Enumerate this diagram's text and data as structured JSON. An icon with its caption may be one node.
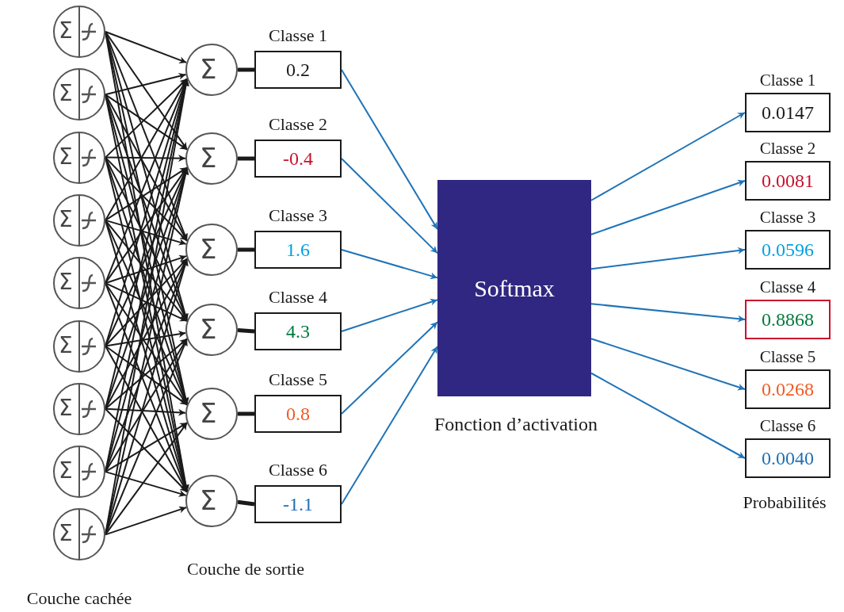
{
  "diagram": {
    "nodes": [
      {
        "text": [
          "Σ"
        ]
      },
      {
        "text": [
          "Σ"
        ]
      },
      {
        "text": [
          "Σ"
        ]
      },
      {
        "text": [
          "Σ"
        ]
      },
      {
        "text": [
          "Σ"
        ]
      },
      {
        "text": [
          "Σ"
        ]
      },
      {
        "text": [
          "Σ"
        ]
      },
      {
        "text": [
          "Σ"
        ]
      },
      {
        "text": [
          "Σ"
        ]
      },
      {
        "text": [
          "Σ"
        ]
      },
      {
        "text": [
          "Σ"
        ]
      },
      {
        "text": [
          "Σ"
        ]
      },
      {
        "text": [
          "Σ"
        ]
      },
      {
        "text": [
          "Σ"
        ]
      },
      {
        "text": [
          "Σ"
        ]
      },
      {
        "text": [
          "Classe 1",
          "0.2"
        ]
      },
      {
        "text": [
          "Classe 2",
          "-0.4"
        ]
      },
      {
        "text": [
          "Classe 3",
          "1.6"
        ]
      },
      {
        "text": [
          "Classe 4",
          "4.3"
        ]
      },
      {
        "text": [
          "Classe 5",
          "0.8"
        ]
      },
      {
        "text": [
          "Classe 6",
          "-1.1"
        ]
      },
      {
        "text": [
          "Softmax"
        ]
      },
      {
        "text": [
          "Classe 1",
          "0.0147"
        ]
      },
      {
        "text": [
          "Classe 2",
          "0.0081"
        ]
      },
      {
        "text": [
          "Classe 3",
          "0.0596"
        ]
      },
      {
        "text": [
          "Classe 4",
          "0.8868"
        ]
      },
      {
        "text": [
          "Classe 5",
          "0.0268"
        ]
      },
      {
        "text": [
          "Classe 6",
          "0.0040"
        ]
      }
    ],
    "edges": [
      {
        "from": 0,
        "to": 9,
        "arrow": "to"
      },
      {
        "from": 0,
        "to": 10,
        "arrow": "to"
      },
      {
        "from": 0,
        "to": 11,
        "arrow": "to"
      },
      {
        "from": 0,
        "to": 12,
        "arrow": "to"
      },
      {
        "from": 0,
        "to": 13,
        "arrow": "to"
      },
      {
        "from": 0,
        "to": 14,
        "arrow": "to"
      },
      {
        "from": 1,
        "to": 9,
        "arrow": "to"
      },
      {
        "from": 1,
        "to": 10,
        "arrow": "to"
      },
      {
        "from": 1,
        "to": 11,
        "arrow": "to"
      },
      {
        "from": 1,
        "to": 12,
        "arrow": "to"
      },
      {
        "from": 1,
        "to": 13,
        "arrow": "to"
      },
      {
        "from": 1,
        "to": 14,
        "arrow": "to"
      },
      {
        "from": 2,
        "to": 9,
        "arrow": "to"
      },
      {
        "from": 2,
        "to": 10,
        "arrow": "to"
      },
      {
        "from": 2,
        "to": 11,
        "arrow": "to"
      },
      {
        "from": 2,
        "to": 12,
        "arrow": "to"
      },
      {
        "from": 2,
        "to": 13,
        "arrow": "to"
      },
      {
        "from": 2,
        "to": 14,
        "arrow": "to"
      },
      {
        "from": 3,
        "to": 9,
        "arrow": "to"
      },
      {
        "from": 3,
        "to": 10,
        "arrow": "to"
      },
      {
        "from": 3,
        "to": 11,
        "arrow": "to"
      },
      {
        "from": 3,
        "to": 12,
        "arrow": "to"
      },
      {
        "from": 3,
        "to": 13,
        "arrow": "to"
      },
      {
        "from": 3,
        "to": 14,
        "arrow": "to"
      },
      {
        "from": 4,
        "to": 9,
        "arrow": "to"
      },
      {
        "from": 4,
        "to": 10,
        "arrow": "to"
      },
      {
        "from": 4,
        "to": 11,
        "arrow": "to"
      },
      {
        "from": 4,
        "to": 12,
        "arrow": "to"
      },
      {
        "from": 4,
        "to": 13,
        "arrow": "to"
      },
      {
        "from": 4,
        "to": 14,
        "arrow": "to"
      },
      {
        "from": 5,
        "to": 9,
        "arrow": "to"
      },
      {
        "from": 5,
        "to": 10,
        "arrow": "to"
      },
      {
        "from": 5,
        "to": 11,
        "arrow": "to"
      },
      {
        "from": 5,
        "to": 12,
        "arrow": "to"
      },
      {
        "from": 5,
        "to": 13,
        "arrow": "to"
      },
      {
        "from": 5,
        "to": 14,
        "arrow": "to"
      },
      {
        "from": 6,
        "to": 9,
        "arrow": "to"
      },
      {
        "from": 6,
        "to": 10,
        "arrow": "to"
      },
      {
        "from": 6,
        "to": 11,
        "arrow": "to"
      },
      {
        "from": 6,
        "to": 12,
        "arrow": "to"
      },
      {
        "from": 6,
        "to": 13,
        "arrow": "to"
      },
      {
        "from": 6,
        "to": 14,
        "arrow": "to"
      },
      {
        "from": 7,
        "to": 9,
        "arrow": "to"
      },
      {
        "from": 7,
        "to": 10,
        "arrow": "to"
      },
      {
        "from": 7,
        "to": 11,
        "arrow": "to"
      },
      {
        "from": 7,
        "to": 12,
        "arrow": "to"
      },
      {
        "from": 7,
        "to": 13,
        "arrow": "to"
      },
      {
        "from": 7,
        "to": 14,
        "arrow": "to"
      },
      {
        "from": 8,
        "to": 9,
        "arrow": "to"
      },
      {
        "from": 8,
        "to": 10,
        "arrow": "to"
      },
      {
        "from": 8,
        "to": 11,
        "arrow": "to"
      },
      {
        "from": 8,
        "to": 12,
        "arrow": "to"
      },
      {
        "from": 8,
        "to": 13,
        "arrow": "to"
      },
      {
        "from": 8,
        "to": 14,
        "arrow": "to"
      },
      {
        "from": 9,
        "to": 15,
        "arrow": "none",
        "style": "thick"
      },
      {
        "from": 10,
        "to": 16,
        "arrow": "none",
        "style": "thick"
      },
      {
        "from": 11,
        "to": 17,
        "arrow": "none",
        "style": "thick"
      },
      {
        "from": 12,
        "to": 18,
        "arrow": "none",
        "style": "thick"
      },
      {
        "from": 13,
        "to": 19,
        "arrow": "none",
        "style": "thick"
      },
      {
        "from": 14,
        "to": 20,
        "arrow": "none",
        "style": "thick"
      },
      {
        "from": 15,
        "to": 21,
        "arrow": "to",
        "color": "#1f73b7"
      },
      {
        "from": 16,
        "to": 21,
        "arrow": "to",
        "color": "#1f73b7"
      },
      {
        "from": 17,
        "to": 21,
        "arrow": "to",
        "color": "#1f73b7"
      },
      {
        "from": 18,
        "to": 21,
        "arrow": "to",
        "color": "#1f73b7"
      },
      {
        "from": 19,
        "to": 21,
        "arrow": "to",
        "color": "#1f73b7"
      },
      {
        "from": 20,
        "to": 21,
        "arrow": "to",
        "color": "#1f73b7"
      },
      {
        "from": 21,
        "to": 22,
        "arrow": "to",
        "color": "#1f73b7"
      },
      {
        "from": 21,
        "to": 23,
        "arrow": "to",
        "color": "#1f73b7"
      },
      {
        "from": 21,
        "to": 24,
        "arrow": "to",
        "color": "#1f73b7"
      },
      {
        "from": 21,
        "to": 25,
        "arrow": "to",
        "color": "#1f73b7"
      },
      {
        "from": 21,
        "to": 26,
        "arrow": "to",
        "color": "#1f73b7"
      },
      {
        "from": 21,
        "to": 27,
        "arrow": "to",
        "color": "#1f73b7"
      }
    ],
    "labels": [
      "Fonction d’activation",
      "Probabilités",
      "Couche de sortie",
      "Couche cachée"
    ]
  }
}
